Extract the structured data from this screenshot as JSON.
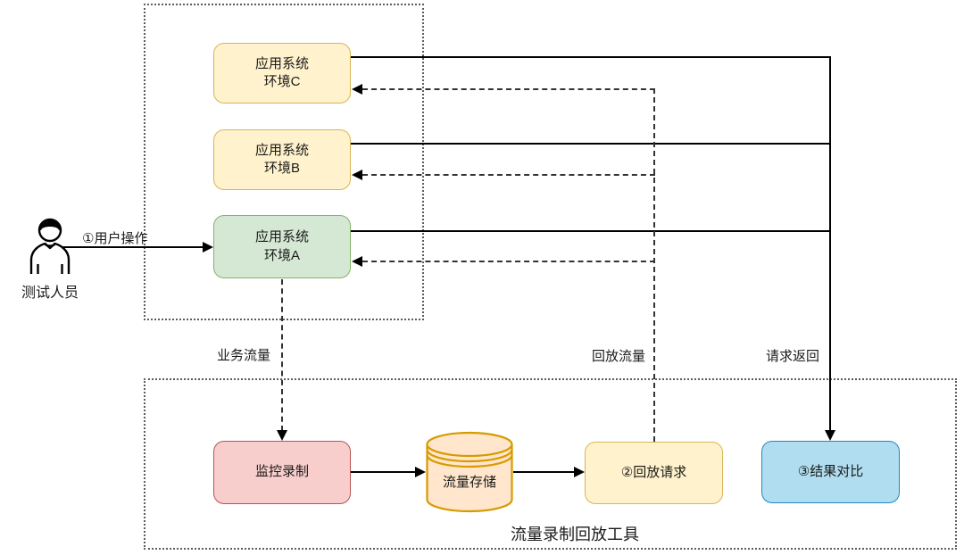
{
  "diagram": {
    "actor": {
      "label": "测试人员"
    },
    "environments": [
      {
        "id": "env-c",
        "label": "应用系统\n环境C",
        "fill": "#FFF2CC",
        "border": "#D6B656"
      },
      {
        "id": "env-b",
        "label": "应用系统\n环境B",
        "fill": "#FFF2CC",
        "border": "#D6B656"
      },
      {
        "id": "env-a",
        "label": "应用系统\n环境A",
        "fill": "#D5E8D4",
        "border": "#82B366"
      }
    ],
    "flow_labels": {
      "user_action": "①用户操作",
      "business_traffic": "业务流量",
      "replay_traffic": "回放流量",
      "request_return": "请求返回"
    },
    "tool": {
      "caption": "流量录制回放工具",
      "record": {
        "label": "监控录制",
        "fill": "#F8CECC",
        "border": "#B85450"
      },
      "storage": {
        "label": "流量存储",
        "fill": "#FFE6CC",
        "border": "#D79B00"
      },
      "replay": {
        "label": "②回放请求",
        "fill": "#FFF2CC",
        "border": "#D6B656"
      },
      "compare": {
        "label": "③结果对比",
        "fill": "#B1DDF0",
        "border": "#2288C0"
      }
    }
  }
}
